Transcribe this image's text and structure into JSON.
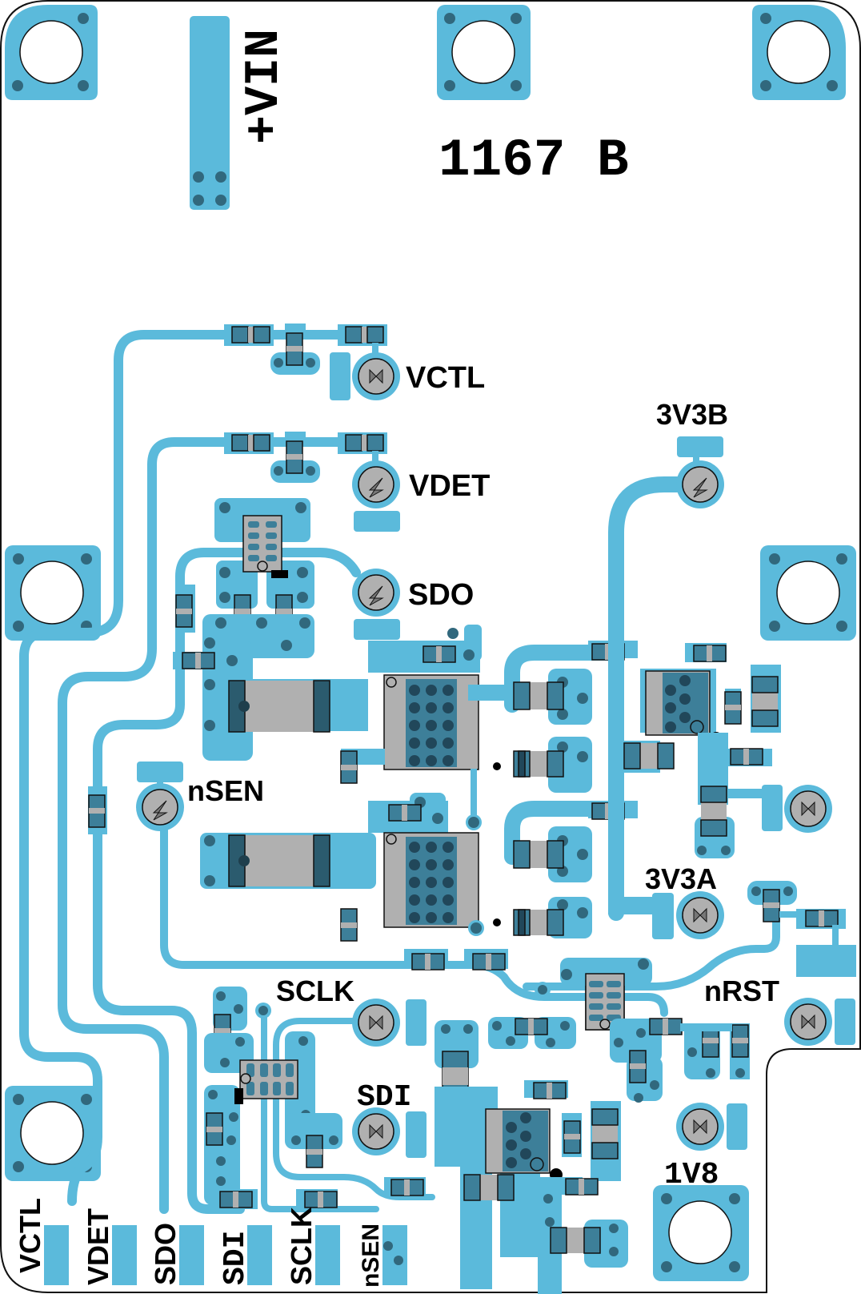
{
  "board": {
    "title": "1167 B",
    "power_input_label": "+VIN"
  },
  "colors": {
    "copper": "#5bbadb",
    "via": "#31687d",
    "pad": "#3d7f99",
    "component_body": "#b0b0b0",
    "silkscreen": "#000000",
    "background": "#ffffff"
  },
  "test_points": [
    {
      "id": "tp-vctl",
      "label": "VCTL"
    },
    {
      "id": "tp-vdet",
      "label": "VDET"
    },
    {
      "id": "tp-sdo",
      "label": "SDO"
    },
    {
      "id": "tp-nsen",
      "label": "nSEN"
    },
    {
      "id": "tp-3v3b",
      "label": "3V3B"
    },
    {
      "id": "tp-3v3a",
      "label": "3V3A"
    },
    {
      "id": "tp-sclk",
      "label": "SCLK"
    },
    {
      "id": "tp-sdi",
      "label": "SDI"
    },
    {
      "id": "tp-nrst",
      "label": "nRST"
    },
    {
      "id": "tp-1v8",
      "label": "1V8"
    }
  ],
  "edge_connector": {
    "pins": [
      {
        "label": "VCTL"
      },
      {
        "label": "VDET"
      },
      {
        "label": "SDO"
      },
      {
        "label": "SDI"
      },
      {
        "label": "SCLK"
      },
      {
        "label": "nSEN"
      }
    ]
  },
  "mounting_holes": [
    {
      "id": "mh-top-left"
    },
    {
      "id": "mh-top-center"
    },
    {
      "id": "mh-top-right"
    },
    {
      "id": "mh-mid-left"
    },
    {
      "id": "mh-mid-right"
    },
    {
      "id": "mh-bottom-left"
    },
    {
      "id": "mh-bottom-right-1v8"
    }
  ]
}
